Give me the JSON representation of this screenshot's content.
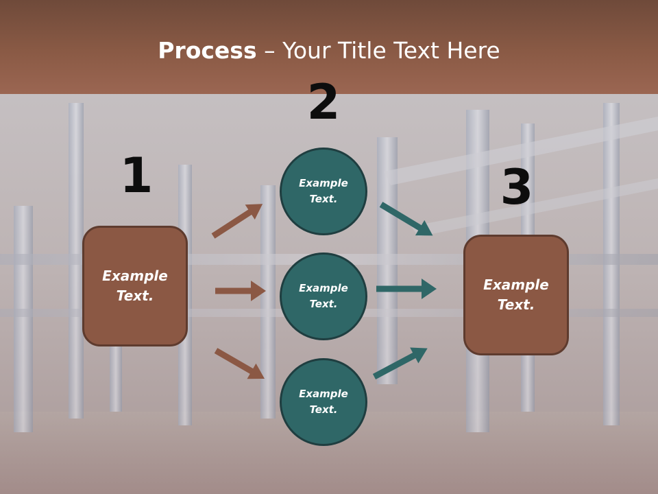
{
  "title": {
    "bold": "Process",
    "dash": "–",
    "rest": "Your Title Text Here"
  },
  "steps": [
    {
      "number": "1",
      "text_line1": "Example",
      "text_line2": "Text."
    },
    {
      "number": "2"
    },
    {
      "number": "3",
      "text_line1": "Example",
      "text_line2": "Text."
    }
  ],
  "circles": [
    {
      "text_line1": "Example",
      "text_line2": "Text."
    },
    {
      "text_line1": "Example",
      "text_line2": "Text."
    },
    {
      "text_line1": "Example",
      "text_line2": "Text."
    }
  ],
  "colors": {
    "header": "#8a5a45",
    "box_fill": "#8b5844",
    "circle_fill": "#2f6767",
    "left_arrows": "#8b5844",
    "right_arrows": "#2f6767"
  }
}
